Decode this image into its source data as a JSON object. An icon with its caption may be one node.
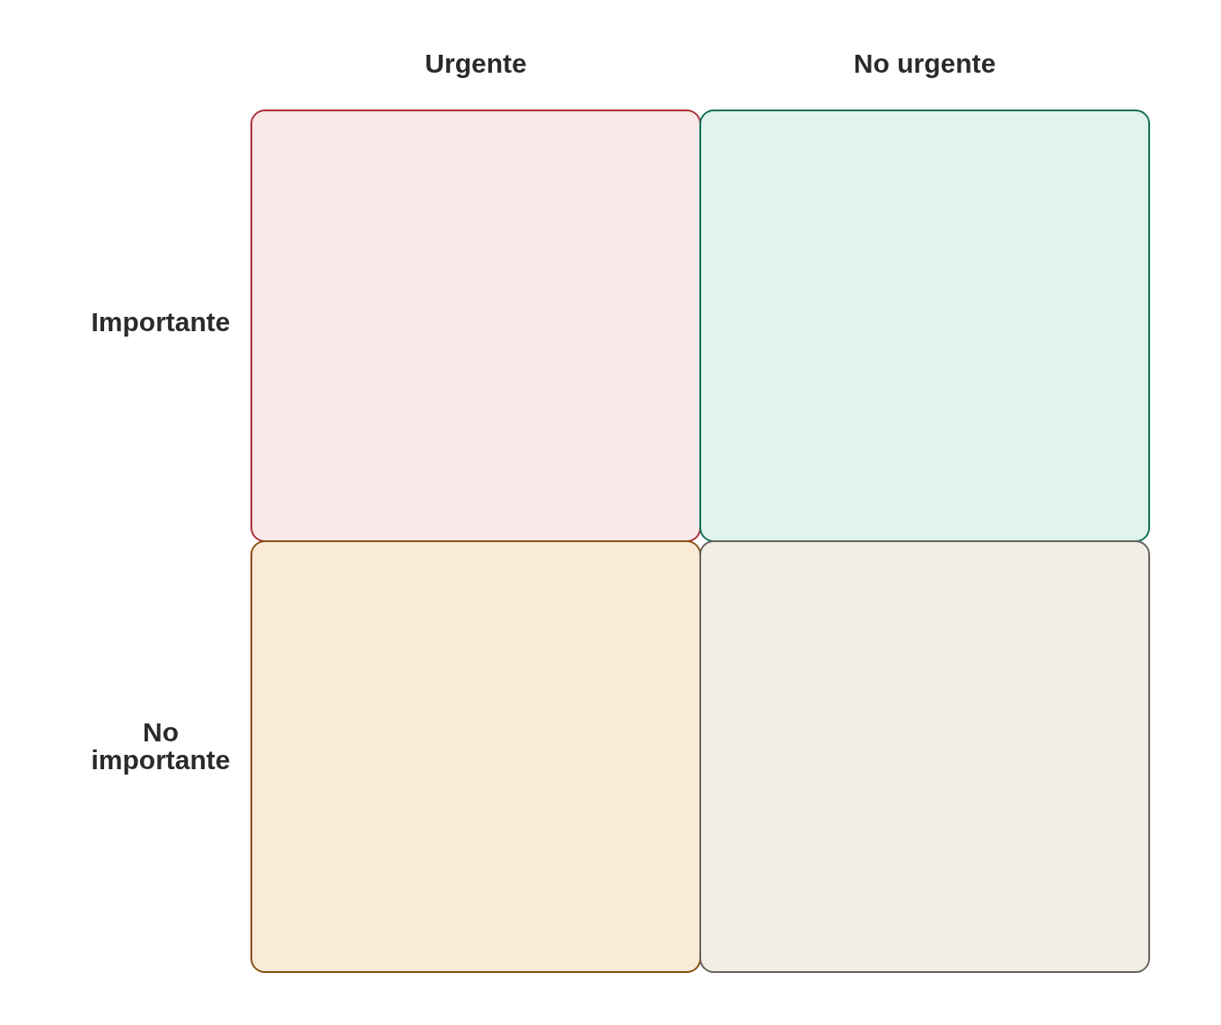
{
  "diagram": {
    "nodes": [
      {
        "text": [],
        "shape": "box"
      },
      {
        "text": [],
        "shape": "box"
      },
      {
        "text": [],
        "shape": "box"
      },
      {
        "text": [],
        "shape": "box"
      }
    ],
    "edges": [],
    "labels": [
      "Urgente",
      "No urgente",
      "Importante",
      "No importante"
    ]
  }
}
